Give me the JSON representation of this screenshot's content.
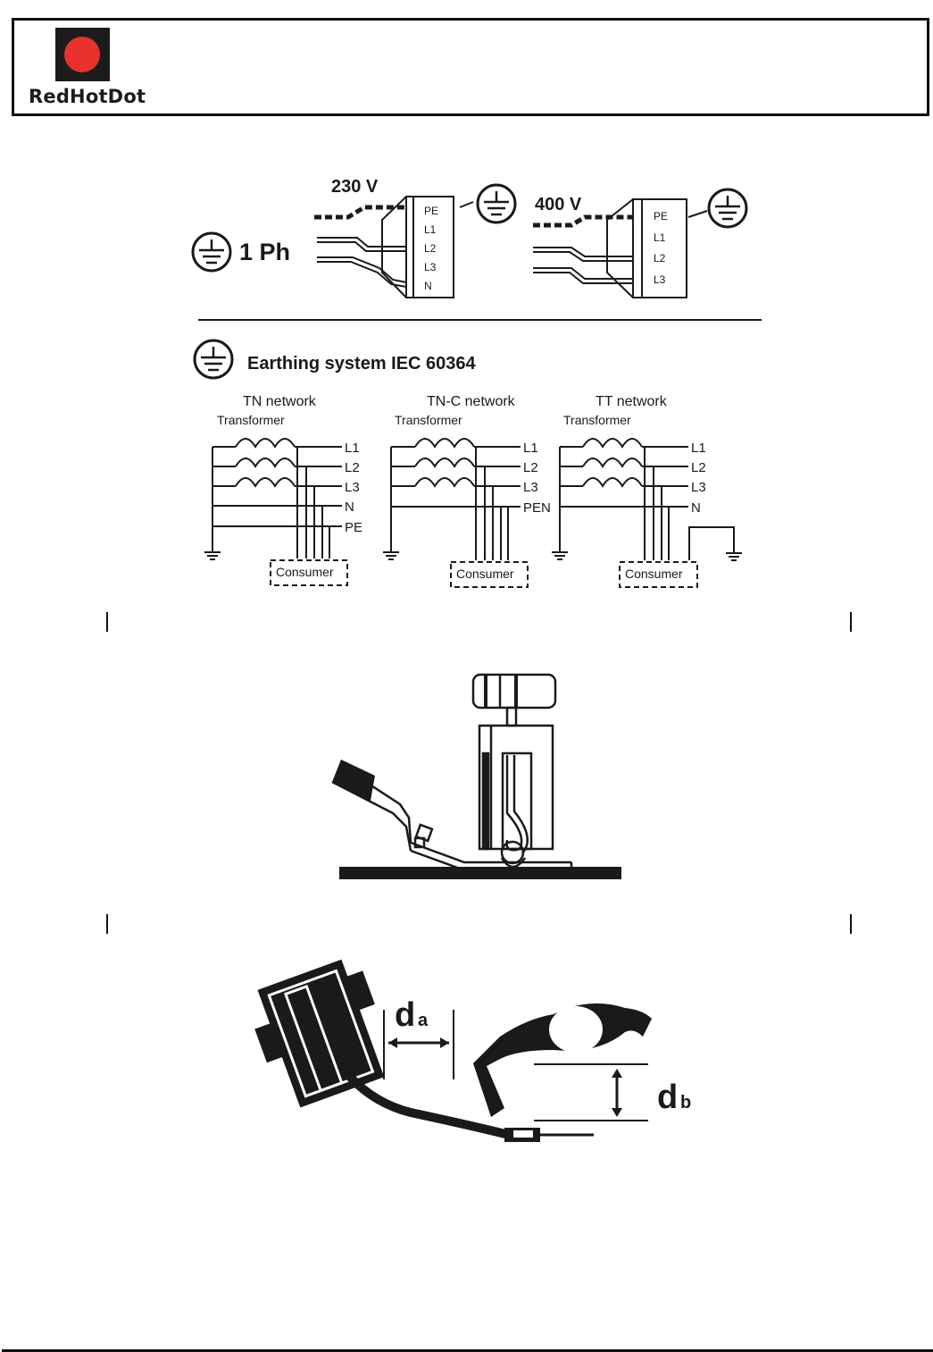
{
  "header": {
    "logo_text": "RedHotDot",
    "brand_color": "#e8312d"
  },
  "figure_connection": {
    "single_phase_label": "1 Ph",
    "left_voltage": "230 V",
    "right_voltage": "400 V",
    "left_terminals": [
      "PE",
      "L1",
      "L2",
      "L3",
      "N"
    ],
    "right_terminals": [
      "PE",
      "L1",
      "L2",
      "L3"
    ]
  },
  "figure_earthing": {
    "title": "Earthing system IEC 60364",
    "networks": [
      {
        "name": "TN network",
        "transformer": "Transformer",
        "lines": [
          "L1",
          "L2",
          "L3",
          "N",
          "PE"
        ],
        "consumer": "Consumer"
      },
      {
        "name": "TN-C network",
        "transformer": "Transformer",
        "lines": [
          "L1",
          "L2",
          "L3",
          "PEN"
        ],
        "consumer": "Consumer"
      },
      {
        "name": "TT network",
        "transformer": "Transformer",
        "lines": [
          "L1",
          "L2",
          "L3",
          "N"
        ],
        "consumer": "Consumer"
      }
    ]
  },
  "figure_distance": {
    "label_a_main": "d",
    "label_a_sub": "a",
    "label_b_main": "d",
    "label_b_sub": "b"
  }
}
